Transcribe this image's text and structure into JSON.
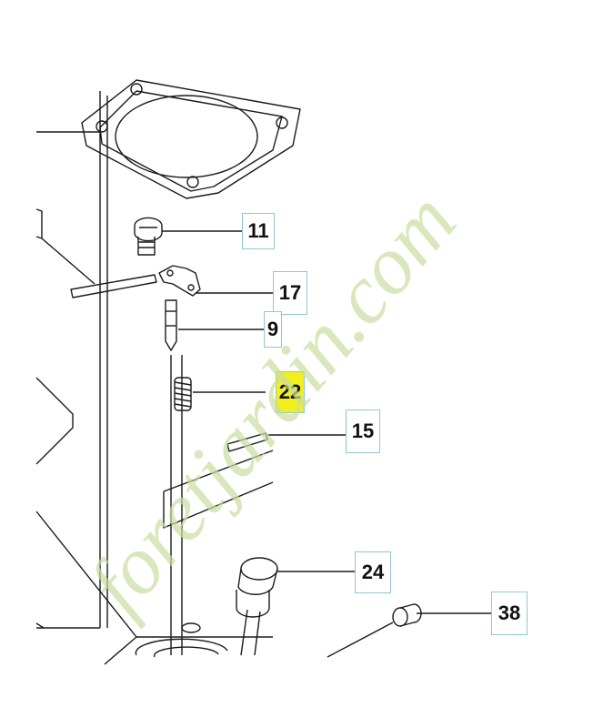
{
  "callouts": [
    {
      "id": "11",
      "label": "11"
    },
    {
      "id": "17",
      "label": "17"
    },
    {
      "id": "9",
      "label": "9"
    },
    {
      "id": "22",
      "label": "22",
      "highlighted": true
    },
    {
      "id": "15",
      "label": "15"
    },
    {
      "id": "24",
      "label": "24"
    },
    {
      "id": "38",
      "label": "38"
    }
  ],
  "watermark": {
    "text": "foretjardin.com"
  },
  "colors": {
    "highlight": "#f2ef1c",
    "callout_border": "#8fc6d6",
    "watermark_green": "#c9dd9f",
    "watermark_gray": "#cfc7b8"
  }
}
